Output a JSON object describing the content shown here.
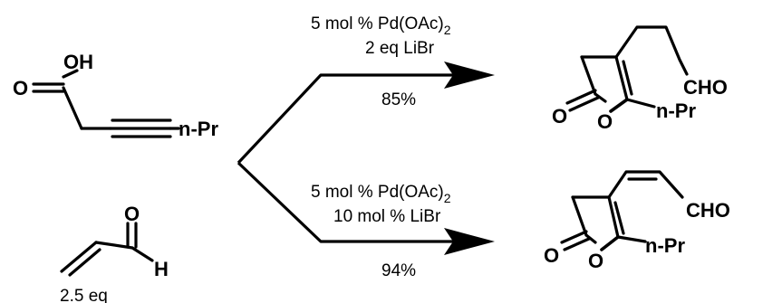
{
  "colors": {
    "bond": "#000000",
    "highlight_bond": "#e8131b",
    "background": "#ffffff"
  },
  "reactant_acid": {
    "oh_label": "OH",
    "o_label": "O",
    "substituent_label": "n-Pr"
  },
  "reactant_acrolein": {
    "o_label": "O",
    "h_label": "H",
    "equivalents": "2.5 eq"
  },
  "upper_reaction": {
    "catalyst_text": "5 mol % Pd(OAc)",
    "catalyst_subscript": "2",
    "additive": "2 eq LiBr",
    "yield": "85%"
  },
  "lower_reaction": {
    "catalyst_text": "5 mol % Pd(OAc)",
    "catalyst_subscript": "2",
    "additive": "10 mol % LiBr",
    "yield": "94%"
  },
  "product_upper": {
    "carbonyl_o": "O",
    "ring_o": "O",
    "aldehyde_label": "CHO",
    "substituent_label": "n-Pr"
  },
  "product_lower": {
    "carbonyl_o": "O",
    "ring_o": "O",
    "aldehyde_label": "CHO",
    "substituent_label": "n-Pr"
  }
}
